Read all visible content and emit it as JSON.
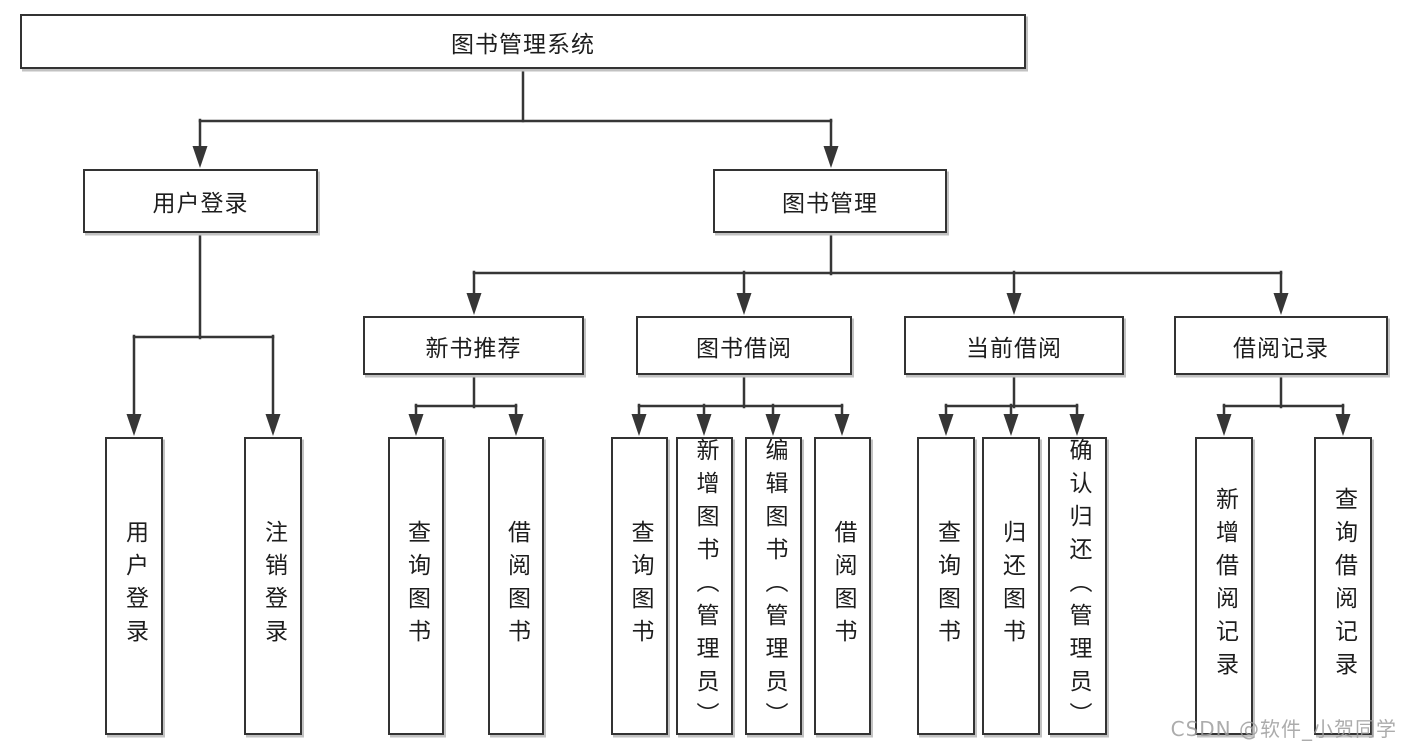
{
  "colors": {
    "background": "#ffffff",
    "line": "#363636",
    "box_border": "#333333",
    "text": "#1d1d1d",
    "watermark": "#9e9e9e"
  },
  "watermark": {
    "text": "CSDN @软件_小贺同学"
  },
  "tree": {
    "root": {
      "label": "图书管理系统"
    },
    "branches": [
      {
        "label": "用户登录",
        "children": [
          {
            "label": "用户登录"
          },
          {
            "label": "注销登录"
          }
        ]
      },
      {
        "label": "图书管理",
        "children": [
          {
            "label": "新书推荐",
            "children": [
              {
                "label": "查询图书"
              },
              {
                "label": "借阅图书"
              }
            ]
          },
          {
            "label": "图书借阅",
            "children": [
              {
                "label": "查询图书"
              },
              {
                "label": "新增图书（管理员）"
              },
              {
                "label": "编辑图书（管理员）"
              },
              {
                "label": "借阅图书"
              }
            ]
          },
          {
            "label": "当前借阅",
            "children": [
              {
                "label": "查询图书"
              },
              {
                "label": "归还图书"
              },
              {
                "label": "确认归还（管理员）"
              }
            ]
          },
          {
            "label": "借阅记录",
            "children": [
              {
                "label": "新增借阅记录"
              },
              {
                "label": "查询借阅记录"
              }
            ]
          }
        ]
      }
    ]
  }
}
